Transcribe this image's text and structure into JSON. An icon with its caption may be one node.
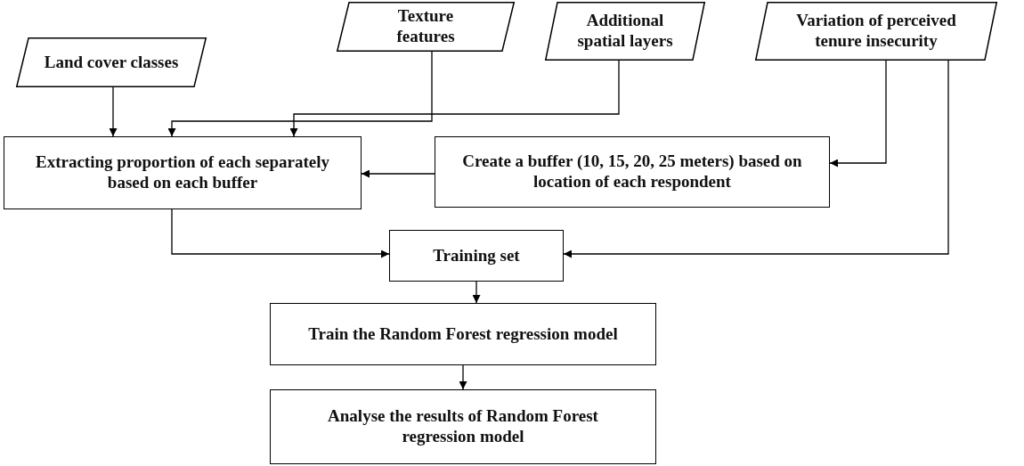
{
  "diagram": {
    "nodes": [
      {
        "text": [
          "Land cover classes"
        ]
      },
      {
        "text": [
          "Texture features"
        ]
      },
      {
        "text": [
          "Additional spatial layers"
        ]
      },
      {
        "text": [
          "Variation of perceived tenure insecurity"
        ]
      },
      {
        "text": [
          "Extracting proportion of each separately based on each buffer"
        ]
      },
      {
        "text": [
          "Create a buffer (10, 15, 20, 25 meters) based on location of each respondent"
        ]
      },
      {
        "text": [
          "Training set"
        ]
      },
      {
        "text": [
          "Train the Random Forest regression model"
        ]
      },
      {
        "text": [
          "Analyse the results of Random Forest regression model"
        ]
      }
    ],
    "edges": [
      {
        "from": 0,
        "to": 4,
        "arrow": "to"
      },
      {
        "from": 1,
        "to": 4,
        "arrow": "to"
      },
      {
        "from": 2,
        "to": 4,
        "arrow": "to"
      },
      {
        "from": 3,
        "to": 5,
        "arrow": "to"
      },
      {
        "from": 5,
        "to": 4,
        "arrow": "to"
      },
      {
        "from": 4,
        "to": 6,
        "arrow": "to"
      },
      {
        "from": 3,
        "to": 6,
        "arrow": "to"
      },
      {
        "from": 6,
        "to": 7,
        "arrow": "to"
      },
      {
        "from": 7,
        "to": 8,
        "arrow": "to"
      }
    ]
  }
}
